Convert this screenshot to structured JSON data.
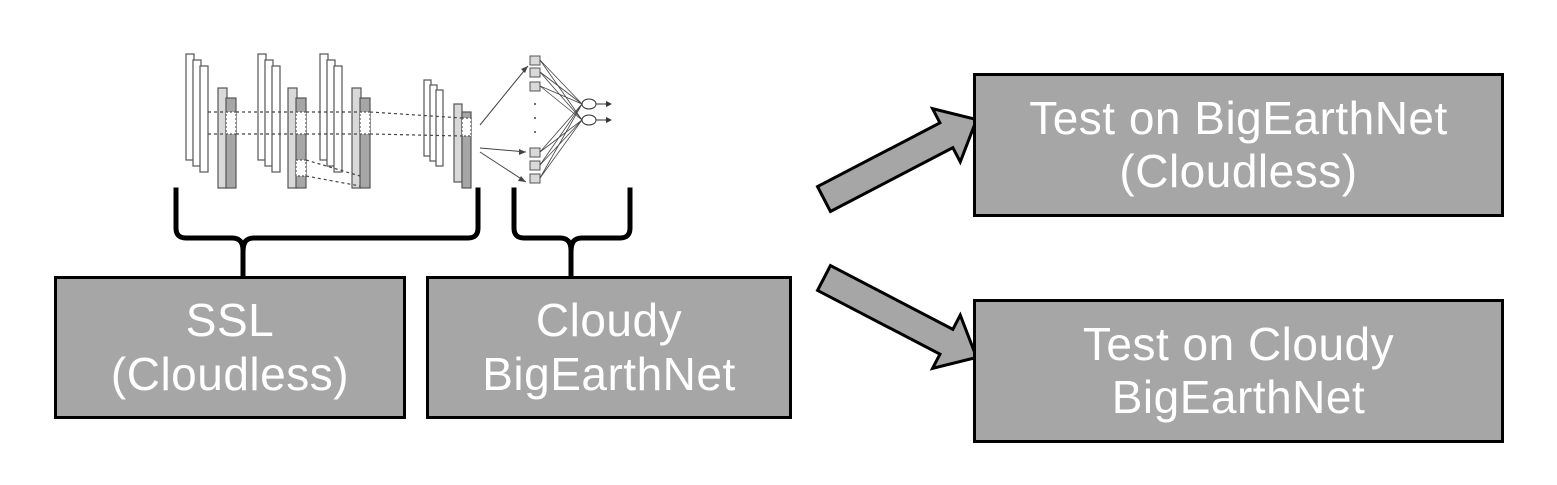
{
  "colors": {
    "box_fill": "#a6a6a6",
    "box_text": "#ffffff",
    "box_border": "#000000",
    "arrow_fill": "#a6a6a6",
    "bracket": "#000000"
  },
  "icons": {
    "cnn": "cnn-backbone-icon",
    "mlp": "classifier-head-icon"
  },
  "boxes": {
    "ssl": {
      "line1": "SSL",
      "line2": "(Cloudless)"
    },
    "cloudy_train": {
      "line1": "Cloudy",
      "line2": "BigEarthNet"
    },
    "test_cloudless": {
      "line1": "Test on BigEarthNet",
      "line2": "(Cloudless)"
    },
    "test_cloudy": {
      "line1": "Test on Cloudy",
      "line2": "BigEarthNet"
    }
  }
}
